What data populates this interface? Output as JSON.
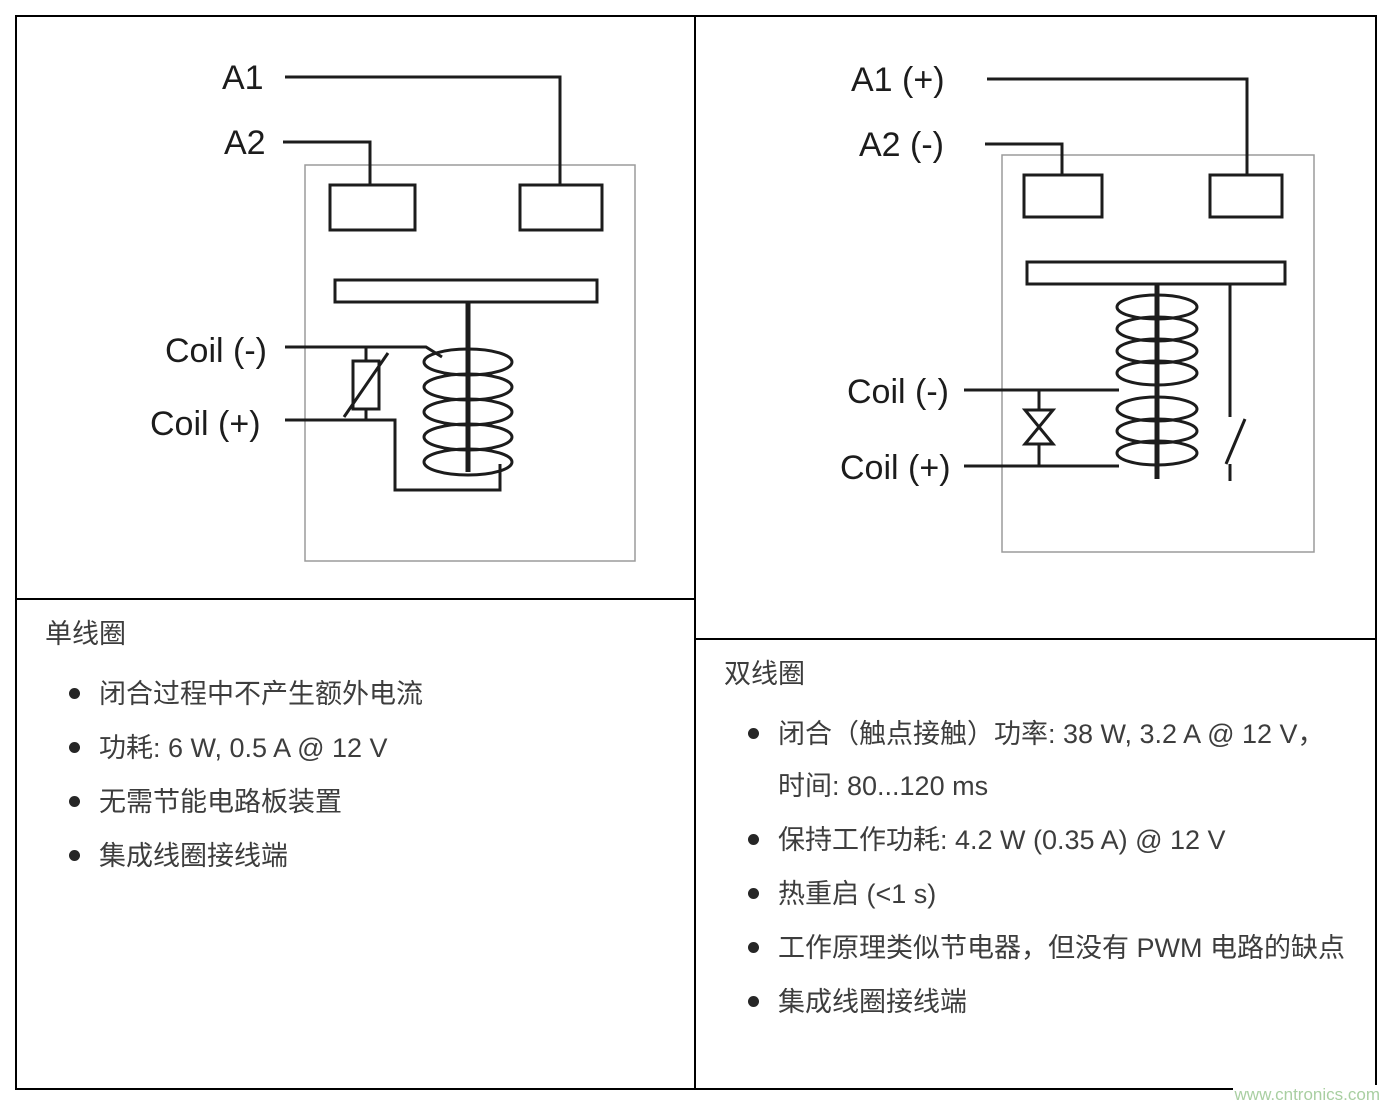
{
  "left": {
    "diagram": {
      "label_a1": "A1",
      "label_a2": "A2",
      "label_coil_minus": "Coil (-)",
      "label_coil_plus": "Coil (+)"
    },
    "heading": "单线圈",
    "bullets": [
      "闭合过程中不产生额外电流",
      "功耗: 6 W, 0.5 A @ 12 V",
      "无需节能电路板装置",
      "集成线圈接线端"
    ]
  },
  "right": {
    "diagram": {
      "label_a1": "A1 (+)",
      "label_a2": "A2 (-)",
      "label_coil_minus": "Coil (-)",
      "label_coil_plus": "Coil (+)"
    },
    "heading": "双线圈",
    "bullets": [
      "闭合（触点接触）功率: 38 W, 3.2 A @ 12 V，时间: 80...120 ms",
      "保持工作功耗: 4.2 W (0.35 A) @ 12 V",
      "热重启 (<1 s)",
      "工作原理类似节电器，但没有 PWM 电路的缺点",
      "集成线圈接线端"
    ]
  },
  "watermark": "www.cntronics.com"
}
